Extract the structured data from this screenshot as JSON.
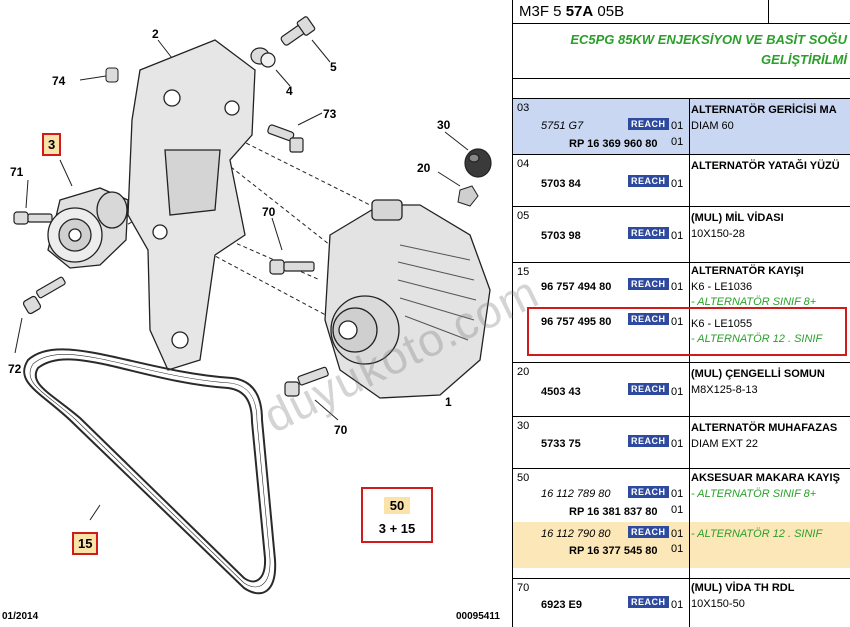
{
  "diagram": {
    "callouts": [
      "74",
      "2",
      "5",
      "4",
      "73",
      "30",
      "20",
      "3",
      "71",
      "70",
      "72",
      "70",
      "1",
      "15"
    ],
    "callout_50_top": "50",
    "callout_50_bottom": "3 + 15",
    "date_code": "01/2014",
    "diagram_code": "00095411"
  },
  "parts": {
    "reference_prefix": "M3F 5 ",
    "reference_bold": "57A",
    "reference_suffix": " 05B",
    "title_line1": "EC5PG 85KW ENJEKSİYON VE BASİT SOĞU",
    "title_line2": "GELİŞTİRİLMİ",
    "reach_label": "REACH",
    "rows": [
      {
        "item": "03",
        "pn1": "5751 G7",
        "qty1": "01",
        "pn2": "RP 16 369 960 80",
        "qty2": "01",
        "desc1": "ALTERNATÖR GERİCİSİ MA",
        "desc2": "DIAM 60"
      },
      {
        "item": "04",
        "pn1": "5703 84",
        "qty1": "01",
        "desc1": "ALTERNATÖR YATAĞI YÜZÜ"
      },
      {
        "item": "05",
        "pn1": "5703 98",
        "qty1": "01",
        "desc1": "(MUL) MİL VİDASI",
        "desc2": "10X150-28"
      },
      {
        "item": "15",
        "pn1": "96 757 494 80",
        "qty1": "01",
        "desc1": "ALTERNATÖR KAYIŞI",
        "desc2": "K6 - LE1036",
        "desc3": "- ALTERNATÖR SINIF 8+"
      },
      {
        "item": "",
        "pn1": "96 757 495 80",
        "qty1": "01",
        "desc1": "K6 - LE1055",
        "desc2": "- ALTERNATÖR 12 . SINIF"
      },
      {
        "item": "20",
        "pn1": "4503 43",
        "qty1": "01",
        "desc1": "(MUL) ÇENGELLİ SOMUN",
        "desc2": "M8X125-8-13"
      },
      {
        "item": "30",
        "pn1": "5733 75",
        "qty1": "01",
        "desc1": "ALTERNATÖR MUHAFAZAS",
        "desc2": "DIAM EXT 22"
      },
      {
        "item": "50",
        "pn1": "16 112 789 80",
        "qty1": "01",
        "pn2": "RP 16 381 837 80",
        "qty2": "01",
        "desc1": "AKSESUAR MAKARA KAYIŞ",
        "desc2": "- ALTERNATÖR SINIF 8+"
      },
      {
        "item": "",
        "pn1": "16 112 790 80",
        "qty1": "01",
        "pn2": "RP 16 377 545 80",
        "qty2": "01",
        "desc1": "- ALTERNATÖR 12 . SINIF"
      },
      {
        "item": "70",
        "pn1": "6923 E9",
        "qty1": "01",
        "desc1": "(MUL) VİDA TH RDL",
        "desc2": "10X150-50"
      }
    ]
  },
  "watermark": "duyukoto.com",
  "colors": {
    "highlight_red": "#d11a1a",
    "callout_fill": "#fbe2a8",
    "green_text": "#2aa02a",
    "reach_blue": "#2e4a9e",
    "row_blue": "#c9d7f2",
    "row_yellow": "#fbe7b8"
  }
}
